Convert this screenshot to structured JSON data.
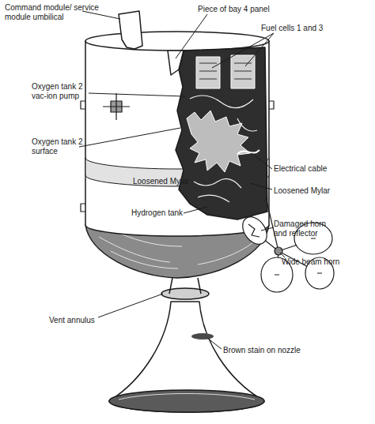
{
  "diagram": {
    "labels": [
      "Command module/ service module umbilical",
      "Piece of bay 4 panel",
      "Fuel cells 1 and 3",
      "Oxygen tank 2 vac-ion pump",
      "Oxygen tank 2 surface",
      "Electrical cable",
      "Loosened Mylar",
      "Loosened Mylar",
      "Hydrogen tank",
      "Damaged horn and reflector",
      "Wide beam horn",
      "Vent annulus",
      "Brown stain on nozzle"
    ]
  }
}
